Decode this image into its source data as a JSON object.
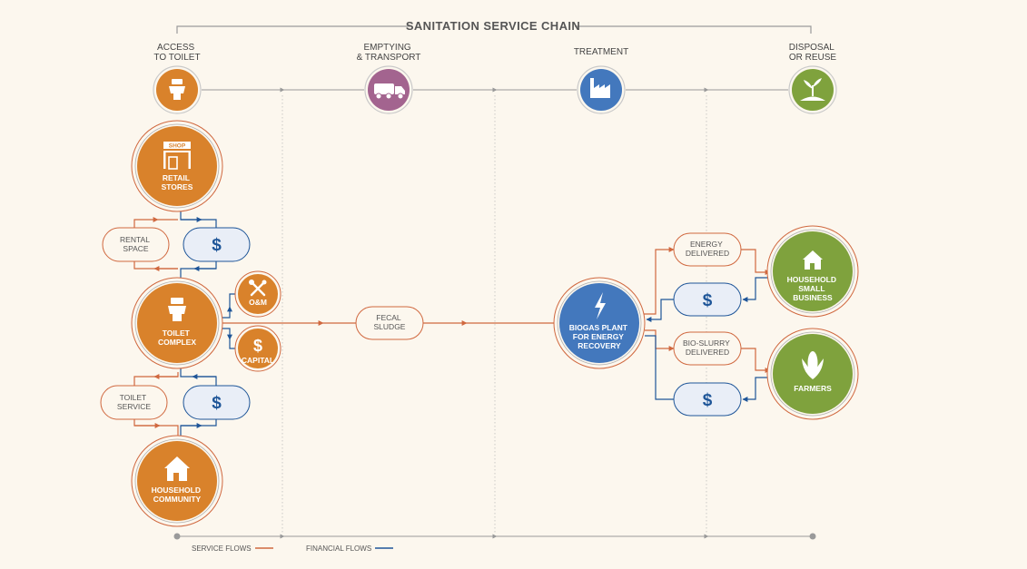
{
  "title": "SANITATION SERVICE CHAIN",
  "stages": [
    {
      "lines": [
        "ACCESS",
        "TO TOILET"
      ],
      "icon": "toilet-icon",
      "color": "#d9822b"
    },
    {
      "lines": [
        "EMPTYING",
        "& TRANSPORT"
      ],
      "icon": "truck-icon",
      "color": "#a3648f"
    },
    {
      "lines": [
        "TREATMENT"
      ],
      "icon": "factory-icon",
      "color": "#4378bd"
    },
    {
      "lines": [
        "DISPOSAL",
        "OR REUSE"
      ],
      "icon": "sprout-icon",
      "color": "#7fa23d"
    }
  ],
  "nodes": {
    "retail_stores": [
      "RETAIL",
      "STORES"
    ],
    "toilet_complex": [
      "TOILET",
      "COMPLEX"
    ],
    "household_community": [
      "HOUSEHOLD",
      "COMMUNITY"
    ],
    "om": "O&M",
    "capital": "CAPITAL",
    "rental_space": [
      "RENTAL",
      "SPACE"
    ],
    "toilet_service": [
      "TOILET",
      "SERVICE"
    ],
    "fecal_sludge": [
      "FECAL",
      "SLUDGE"
    ],
    "biogas_plant": [
      "BIOGAS PLANT",
      "FOR ENERGY",
      "RECOVERY"
    ],
    "energy_delivered": [
      "ENERGY",
      "DELIVERED"
    ],
    "bio_slurry_delivered": [
      "BIO-SLURRY",
      "DELIVERED"
    ],
    "household_small_business": [
      "HOUSEHOLD",
      "SMALL",
      "BUSINESS"
    ],
    "farmers": [
      "FARMERS"
    ],
    "shop_sign": "SHOP",
    "dollar": "$"
  },
  "legend": {
    "service_flows": "SERVICE FLOWS",
    "financial_flows": "FINANCIAL FLOWS"
  },
  "colors": {
    "orange": "#d9822b",
    "purple": "#a3648f",
    "blue": "#4378bd",
    "green": "#7fa23d",
    "service_flow": "#d0683f",
    "financial_flow": "#1e5598",
    "background": "#fcf7ee"
  }
}
